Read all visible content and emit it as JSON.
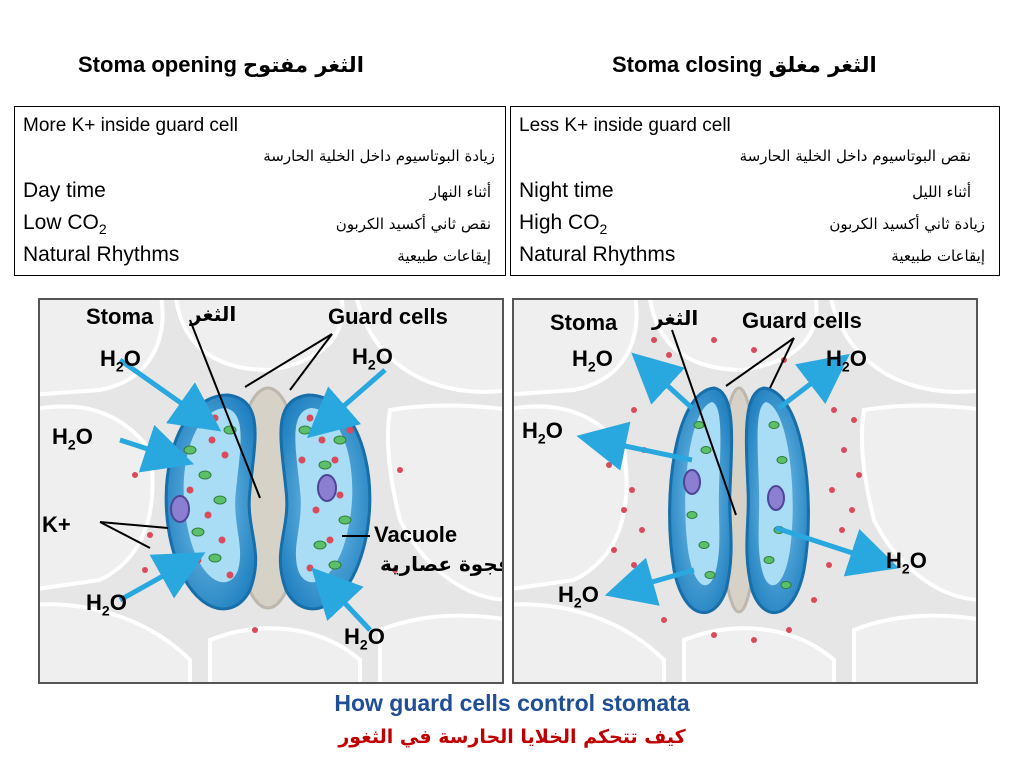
{
  "left": {
    "heading_en": "Stoma opening",
    "heading_ar": "الثغر مفتوح",
    "info": {
      "line1": "More K+ inside guard cell",
      "line1_ar": "زيادة البوتاسيوم داخل الخلية الحارسة",
      "line2": "Day time",
      "line2_ar": "أثناء النهار",
      "line3": "Low CO2",
      "line3_ar": "نقص ثاني أكسيد الكربون",
      "line4": "Natural Rhythms",
      "line4_ar": "إيقاعات طبيعية"
    },
    "labels": {
      "stoma": "Stoma",
      "stoma_ar": "الثغر",
      "guard_cells": "Guard cells",
      "k_plus": "K+",
      "vacuole": "Vacuole",
      "vacuole_ar": "فجوة عصارية",
      "water": "H2O"
    }
  },
  "right": {
    "heading_en": "Stoma closing",
    "heading_ar": "الثغر مغلق",
    "info": {
      "line1": "Less K+ inside guard cell",
      "line1_ar": "نقص البوتاسيوم داخل الخلية الحارسة",
      "line2": "Night time",
      "line2_ar": "أثناء الليل",
      "line3": "High CO2",
      "line3_ar": "زيادة ثاني أكسيد الكربون",
      "line4": "Natural Rhythms",
      "line4_ar": "إيقاعات طبيعية"
    },
    "labels": {
      "stoma": "Stoma",
      "stoma_ar": "الثغر",
      "guard_cells": "Guard cells",
      "water": "H2O"
    }
  },
  "footer": {
    "title_en": "How guard cells control stomata",
    "title_ar": "كيف تتحكم الخلايا الحارسة في الثغور"
  },
  "colors": {
    "guard_cell": "#2f8fc9",
    "vacuole": "#9fd3f0",
    "arrow": "#29a8e0",
    "potassium": "#d94b5a",
    "chloroplast": "#5cbf6a",
    "nucleus": "#8b7fd1",
    "footer_en": "#1f4e97",
    "footer_ar": "#c00000"
  }
}
